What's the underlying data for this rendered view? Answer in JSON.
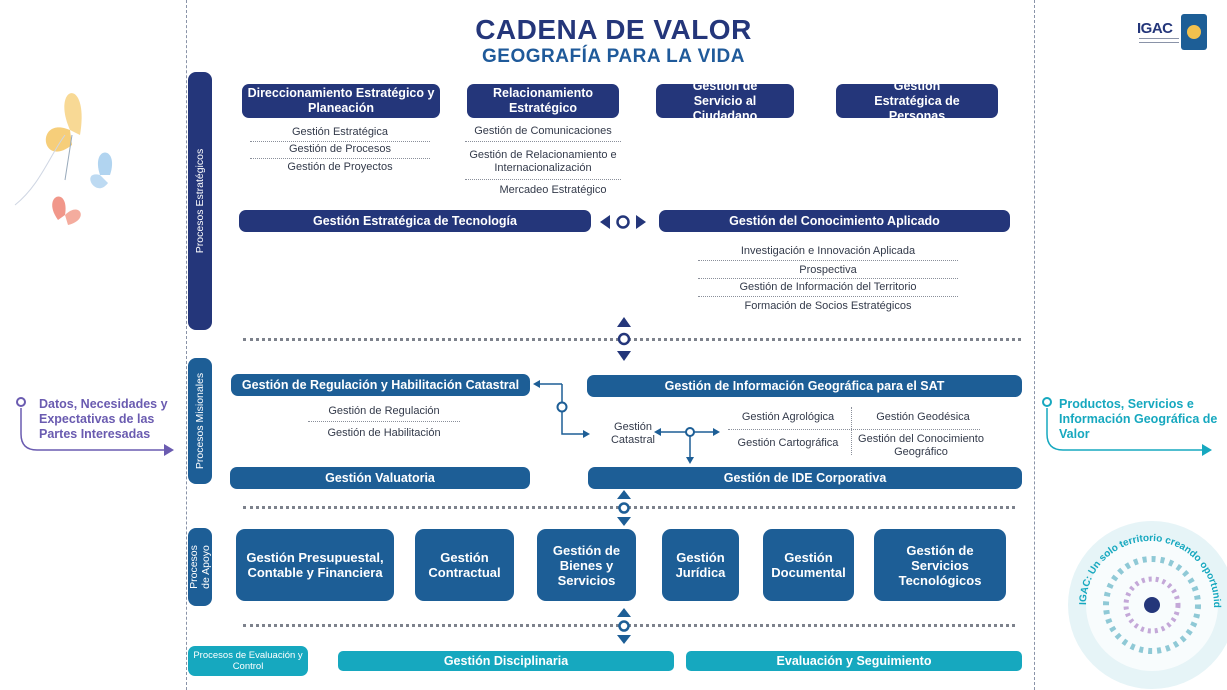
{
  "title": "CADENA DE VALOR",
  "subtitle": "GEOGRAFÍA PARA LA VIDA",
  "logo": "IGAC",
  "categories": {
    "estrategicos": "Procesos Estratégicos",
    "misionales": "Procesos Misionales",
    "apoyo": "Procesos de Apoyo",
    "evaluacion": "Procesos de Evaluación y Control"
  },
  "estrategicos": {
    "top": [
      {
        "label": "Direccionamiento Estratégico y Planeación",
        "subs": [
          "Gestión Estratégica",
          "Gestión de Procesos",
          "Gestión de Proyectos"
        ]
      },
      {
        "label": "Relacionamiento Estratégico",
        "subs": [
          "Gestión de Comunicaciones",
          "Gestión de Relacionamiento e Internacionalización",
          "Mercadeo Estratégico"
        ]
      },
      {
        "label": "Gestión de Servicio al Ciudadano"
      },
      {
        "label": "Gestión Estratégica de Personas"
      }
    ],
    "tecnologia": "Gestión Estratégica de Tecnología",
    "conocimiento": "Gestión del Conocimiento Aplicado",
    "conocimiento_subs": [
      "Investigación e Innovación Aplicada",
      "Prospectiva",
      "Gestión de Información del Territorio",
      "Formación de Socios Estratégicos"
    ]
  },
  "misionales": {
    "regulacion": "Gestión de Regulación y Habilitación Catastral",
    "regulacion_subs": [
      "Gestión de Regulación",
      "Gestión de Habilitación"
    ],
    "info_geo": "Gestión de Información Geográfica para el SAT",
    "catastral": "Gestión Catastral",
    "info_subs": [
      "Gestión Agrológica",
      "Gestión Geodésica",
      "Gestión Cartográfica",
      "Gestión del Conocimiento Geográfico"
    ],
    "valuatoria": "Gestión Valuatoria",
    "ide": "Gestión de IDE Corporativa"
  },
  "apoyo": [
    "Gestión Presupuestal, Contable y Financiera",
    "Gestión Contractual",
    "Gestión de Bienes y Servicios",
    "Gestión Jurídica",
    "Gestión Documental",
    "Gestión de Servicios Tecnológicos"
  ],
  "evaluacion": [
    "Gestión Disciplinaria",
    "Evaluación y Seguimiento"
  ],
  "input": "Datos, Necesidades y Expectativas de las Partes Interesadas",
  "output": "Productos, Servicios e Información Geográfica de Valor",
  "seal_text": "IGAC: Un solo territorio creando oportunidades",
  "colors": {
    "navy": "#24367a",
    "blue": "#1d5e96",
    "teal": "#16a8bf",
    "purple": "#6a5bb0"
  }
}
